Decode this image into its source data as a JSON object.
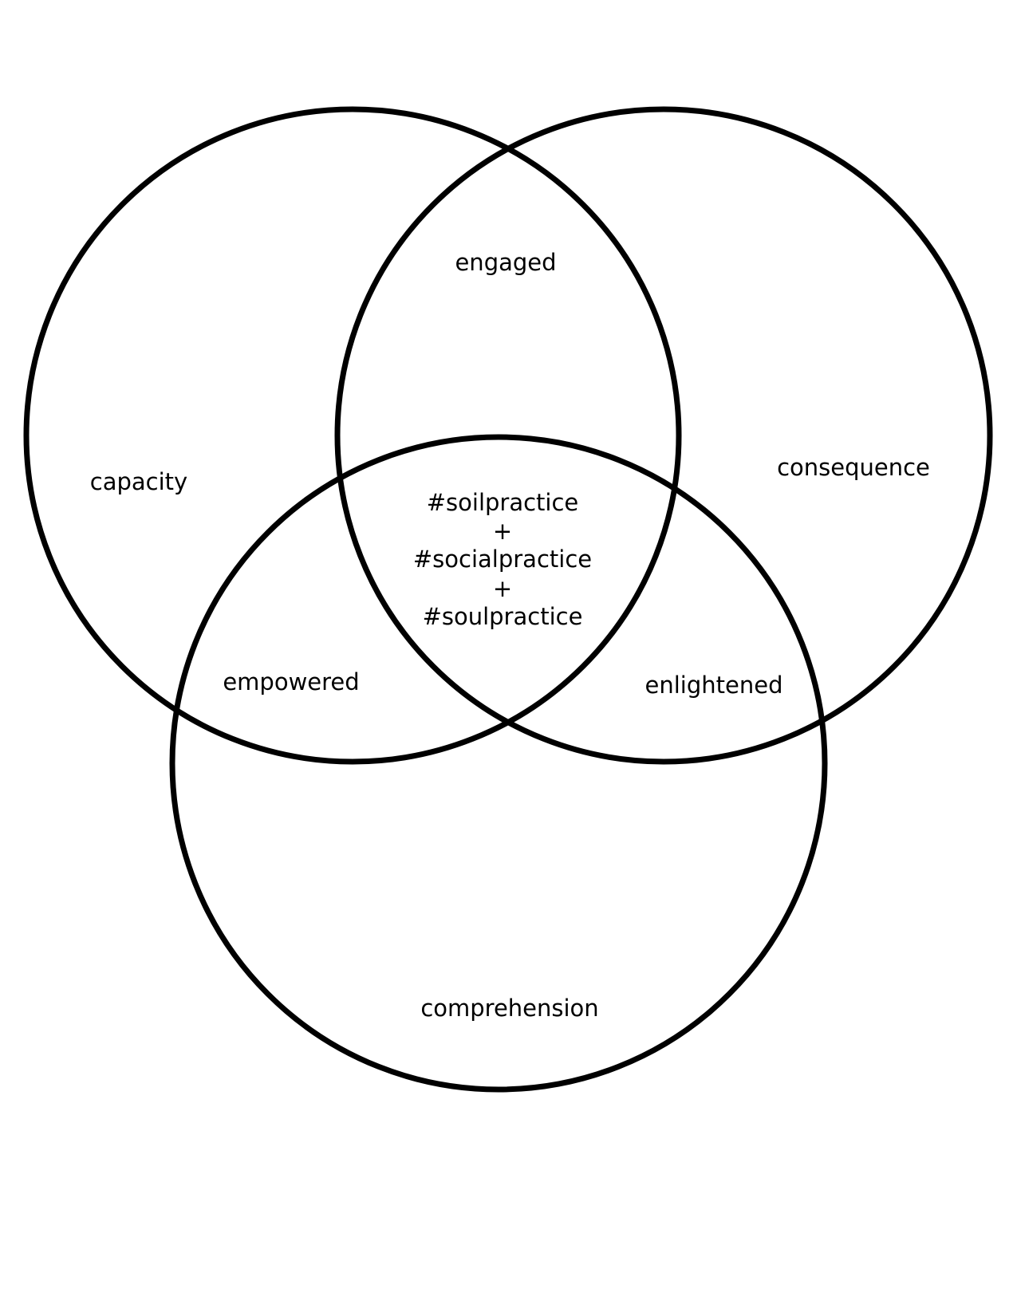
{
  "diagram": {
    "regions": {
      "left_only": "capacity",
      "right_only": "consequence",
      "bottom_only": "comprehension",
      "left_right": "engaged",
      "left_bottom": "empowered",
      "right_bottom": "enlightened",
      "center": [
        "#soilpractice",
        "+",
        "#socialpractice",
        "+",
        "#soulpractice"
      ]
    },
    "colors": {
      "stroke": "#000000",
      "text": "#000000",
      "background": "#ffffff"
    }
  }
}
